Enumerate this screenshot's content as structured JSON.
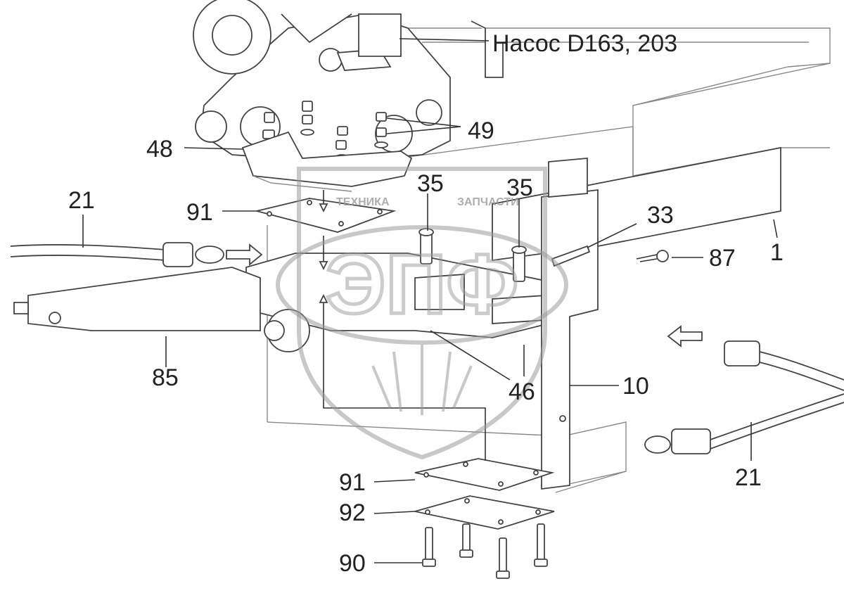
{
  "diagram": {
    "callouts": [
      {
        "id": "pump",
        "text": "Насос D163, 203"
      },
      {
        "id": "49",
        "text": "49"
      },
      {
        "id": "48",
        "text": "48"
      },
      {
        "id": "35a",
        "text": "35"
      },
      {
        "id": "35b",
        "text": "35"
      },
      {
        "id": "21a",
        "text": "21"
      },
      {
        "id": "91a",
        "text": "91"
      },
      {
        "id": "33",
        "text": "33"
      },
      {
        "id": "87",
        "text": "87"
      },
      {
        "id": "1",
        "text": "1"
      },
      {
        "id": "85",
        "text": "85"
      },
      {
        "id": "46",
        "text": "46"
      },
      {
        "id": "10",
        "text": "10"
      },
      {
        "id": "21b",
        "text": "21"
      },
      {
        "id": "91b",
        "text": "91"
      },
      {
        "id": "92",
        "text": "92"
      },
      {
        "id": "90",
        "text": "90"
      }
    ],
    "watermark": {
      "left_text": "ТЕХНИКА",
      "right_text": "ЗАПЧАСТИ",
      "logo_text": "ЭПФ"
    }
  }
}
